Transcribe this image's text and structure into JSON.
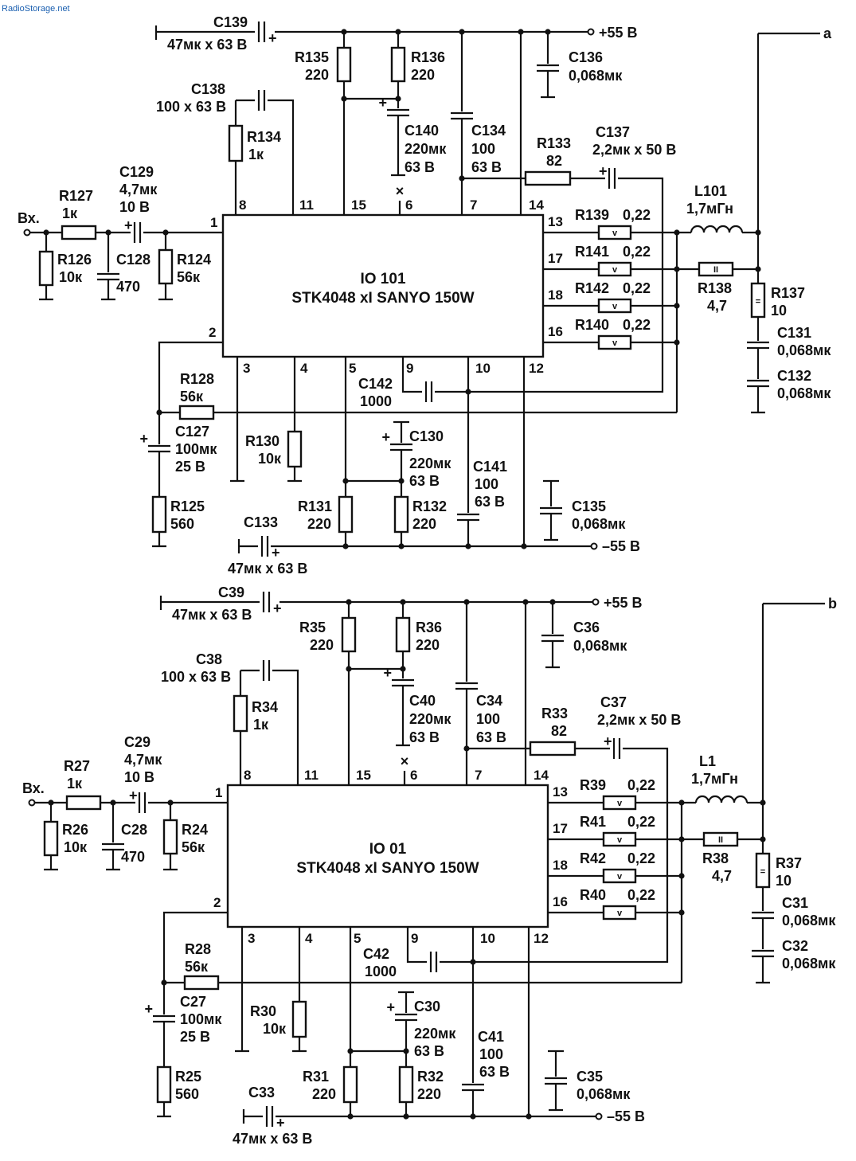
{
  "watermark": "RadioStorage.net",
  "colors": {
    "ink": "#111111",
    "watermark": "#1a5fb0",
    "background": "#ffffff"
  },
  "circuits": [
    {
      "id": "top",
      "output_label": "a",
      "chip_label": "IO 101",
      "chip_part": "STK4048 xI SANYO 150W",
      "input_label": "Вх.",
      "supply_pos": "+55 В",
      "supply_neg": "–55 В",
      "pins": {
        "p1": "1",
        "p2": "2",
        "p3": "3",
        "p4": "4",
        "p5": "5",
        "p6": "6",
        "p7": "7",
        "p8": "8",
        "p9": "9",
        "p10": "10",
        "p11": "11",
        "p12": "12",
        "p13": "13",
        "p14": "14",
        "p15": "15",
        "p16": "16",
        "p17": "17",
        "p18": "18"
      },
      "components": {
        "C139": {
          "name": "C139",
          "value": "47мк x 63 В"
        },
        "R135": {
          "name": "R135",
          "value": "220"
        },
        "R136": {
          "name": "R136",
          "value": "220"
        },
        "C136": {
          "name": "C136",
          "value": "0,068мк"
        },
        "C138": {
          "name": "C138",
          "value": "100 x 63 В"
        },
        "R134": {
          "name": "R134",
          "value": "1к"
        },
        "C140": {
          "name": "C140",
          "value1": "220мк",
          "value2": "63 В"
        },
        "C134": {
          "name": "C134",
          "value1": "100",
          "value2": "63 В"
        },
        "R133": {
          "name": "R133",
          "value": "82"
        },
        "C137": {
          "name": "C137",
          "value": "2,2мк x 50 В"
        },
        "C129": {
          "name": "C129",
          "value1": "4,7мк",
          "value2": "10 В"
        },
        "R127": {
          "name": "R127",
          "value": "1к"
        },
        "R126": {
          "name": "R126",
          "value": "10к"
        },
        "C128": {
          "name": "C128",
          "value": "470"
        },
        "R124": {
          "name": "R124",
          "value": "56к"
        },
        "L101": {
          "name": "L101",
          "value": "1,7мГн"
        },
        "R139": {
          "name": "R139",
          "value": "0,22"
        },
        "R141": {
          "name": "R141",
          "value": "0,22"
        },
        "R142": {
          "name": "R142",
          "value": "0,22"
        },
        "R140": {
          "name": "R140",
          "value": "0,22"
        },
        "R138": {
          "name": "R138",
          "value": "4,7"
        },
        "R137": {
          "name": "R137",
          "value": "10"
        },
        "C131": {
          "name": "C131",
          "value": "0,068мк"
        },
        "C132": {
          "name": "C132",
          "value": "0,068мк"
        },
        "R128": {
          "name": "R128",
          "value": "56к"
        },
        "C142": {
          "name": "C142",
          "value": "1000"
        },
        "C127": {
          "name": "C127",
          "value1": "100мк",
          "value2": "25 В"
        },
        "R130": {
          "name": "R130",
          "value": "10к"
        },
        "C130": {
          "name": "C130",
          "value1": "220мк",
          "value2": "63 В"
        },
        "C141": {
          "name": "C141",
          "value1": "100",
          "value2": "63 В"
        },
        "R131": {
          "name": "R131",
          "value": "220"
        },
        "R132": {
          "name": "R132",
          "value": "220"
        },
        "C135": {
          "name": "C135",
          "value": "0,068мк"
        },
        "R125": {
          "name": "R125",
          "value": "560"
        },
        "C133": {
          "name": "C133",
          "value": "47мк x 63 В"
        }
      }
    },
    {
      "id": "bottom",
      "output_label": "b",
      "chip_label": "IO 01",
      "chip_part": "STK4048 xI SANYO 150W",
      "input_label": "Вх.",
      "supply_pos": "+55 В",
      "supply_neg": "–55 В",
      "pins": {
        "p1": "1",
        "p2": "2",
        "p3": "3",
        "p4": "4",
        "p5": "5",
        "p6": "6",
        "p7": "7",
        "p8": "8",
        "p9": "9",
        "p10": "10",
        "p11": "11",
        "p12": "12",
        "p13": "13",
        "p14": "14",
        "p15": "15",
        "p16": "16",
        "p17": "17",
        "p18": "18"
      },
      "components": {
        "C139": {
          "name": "C39",
          "value": "47мк x 63 В"
        },
        "R135": {
          "name": "R35",
          "value": "220"
        },
        "R136": {
          "name": "R36",
          "value": "220"
        },
        "C136": {
          "name": "C36",
          "value": "0,068мк"
        },
        "C138": {
          "name": "C38",
          "value": "100 x 63 В"
        },
        "R134": {
          "name": "R34",
          "value": "1к"
        },
        "C140": {
          "name": "C40",
          "value1": "220мк",
          "value2": "63 В"
        },
        "C134": {
          "name": "C34",
          "value1": "100",
          "value2": "63 В"
        },
        "R133": {
          "name": "R33",
          "value": "82"
        },
        "C137": {
          "name": "C37",
          "value": "2,2мк x 50 В"
        },
        "C129": {
          "name": "C29",
          "value1": "4,7мк",
          "value2": "10 В"
        },
        "R127": {
          "name": "R27",
          "value": "1к"
        },
        "R126": {
          "name": "R26",
          "value": "10к"
        },
        "C128": {
          "name": "C28",
          "value": "470"
        },
        "R124": {
          "name": "R24",
          "value": "56к"
        },
        "L101": {
          "name": "L1",
          "value": "1,7мГн"
        },
        "R139": {
          "name": "R39",
          "value": "0,22"
        },
        "R141": {
          "name": "R41",
          "value": "0,22"
        },
        "R142": {
          "name": "R42",
          "value": "0,22"
        },
        "R140": {
          "name": "R40",
          "value": "0,22"
        },
        "R138": {
          "name": "R38",
          "value": "4,7"
        },
        "R137": {
          "name": "R37",
          "value": "10"
        },
        "C131": {
          "name": "C31",
          "value": "0,068мк"
        },
        "C132": {
          "name": "C32",
          "value": "0,068мк"
        },
        "R128": {
          "name": "R28",
          "value": "56к"
        },
        "C142": {
          "name": "C42",
          "value": "1000"
        },
        "C127": {
          "name": "C27",
          "value1": "100мк",
          "value2": "25 В"
        },
        "R130": {
          "name": "R30",
          "value": "10к"
        },
        "C130": {
          "name": "C30",
          "value1": "220мк",
          "value2": "63 В"
        },
        "C141": {
          "name": "C41",
          "value1": "100",
          "value2": "63 В"
        },
        "R131": {
          "name": "R31",
          "value": "220"
        },
        "R132": {
          "name": "R32",
          "value": "220"
        },
        "C135": {
          "name": "C35",
          "value": "0,068мк"
        },
        "R125": {
          "name": "R25",
          "value": "560"
        },
        "C133": {
          "name": "C33",
          "value": "47мк x 63 В"
        }
      }
    }
  ]
}
